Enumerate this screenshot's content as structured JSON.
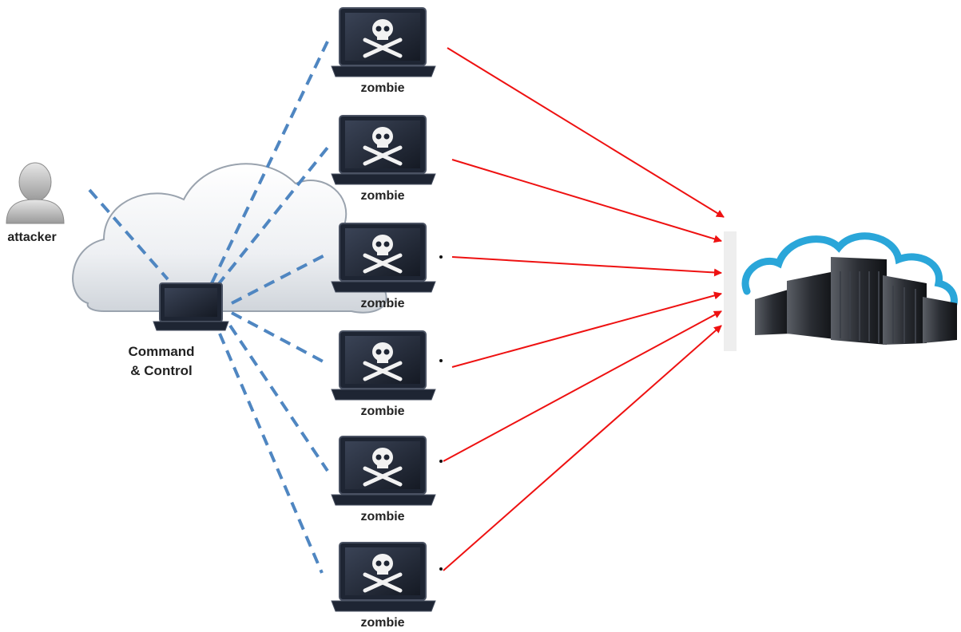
{
  "colors": {
    "dashed_link": "#4f86c1",
    "attack_arrow": "#ee1111",
    "laptop_body": "#1e2533",
    "laptop_screen": "#2c3444",
    "cloud_outline": "#9aa3ae",
    "datacenter_cloud": "#2aa6d9"
  },
  "attacker": {
    "label": "attacker",
    "icon": "person-silhouette-icon"
  },
  "command_control": {
    "line1": "Command",
    "line2": "& Control",
    "icon": "laptop-icon"
  },
  "zombies": [
    {
      "label": "zombie",
      "icon": "skull-crossbones-laptop-icon"
    },
    {
      "label": "zombie",
      "icon": "skull-crossbones-laptop-icon"
    },
    {
      "label": "zombie",
      "icon": "skull-crossbones-laptop-icon"
    },
    {
      "label": "zombie",
      "icon": "skull-crossbones-laptop-icon"
    },
    {
      "label": "zombie",
      "icon": "skull-crossbones-laptop-icon"
    },
    {
      "label": "zombie",
      "icon": "skull-crossbones-laptop-icon"
    }
  ],
  "target": {
    "icon": "datacenter-cloud-icon"
  }
}
